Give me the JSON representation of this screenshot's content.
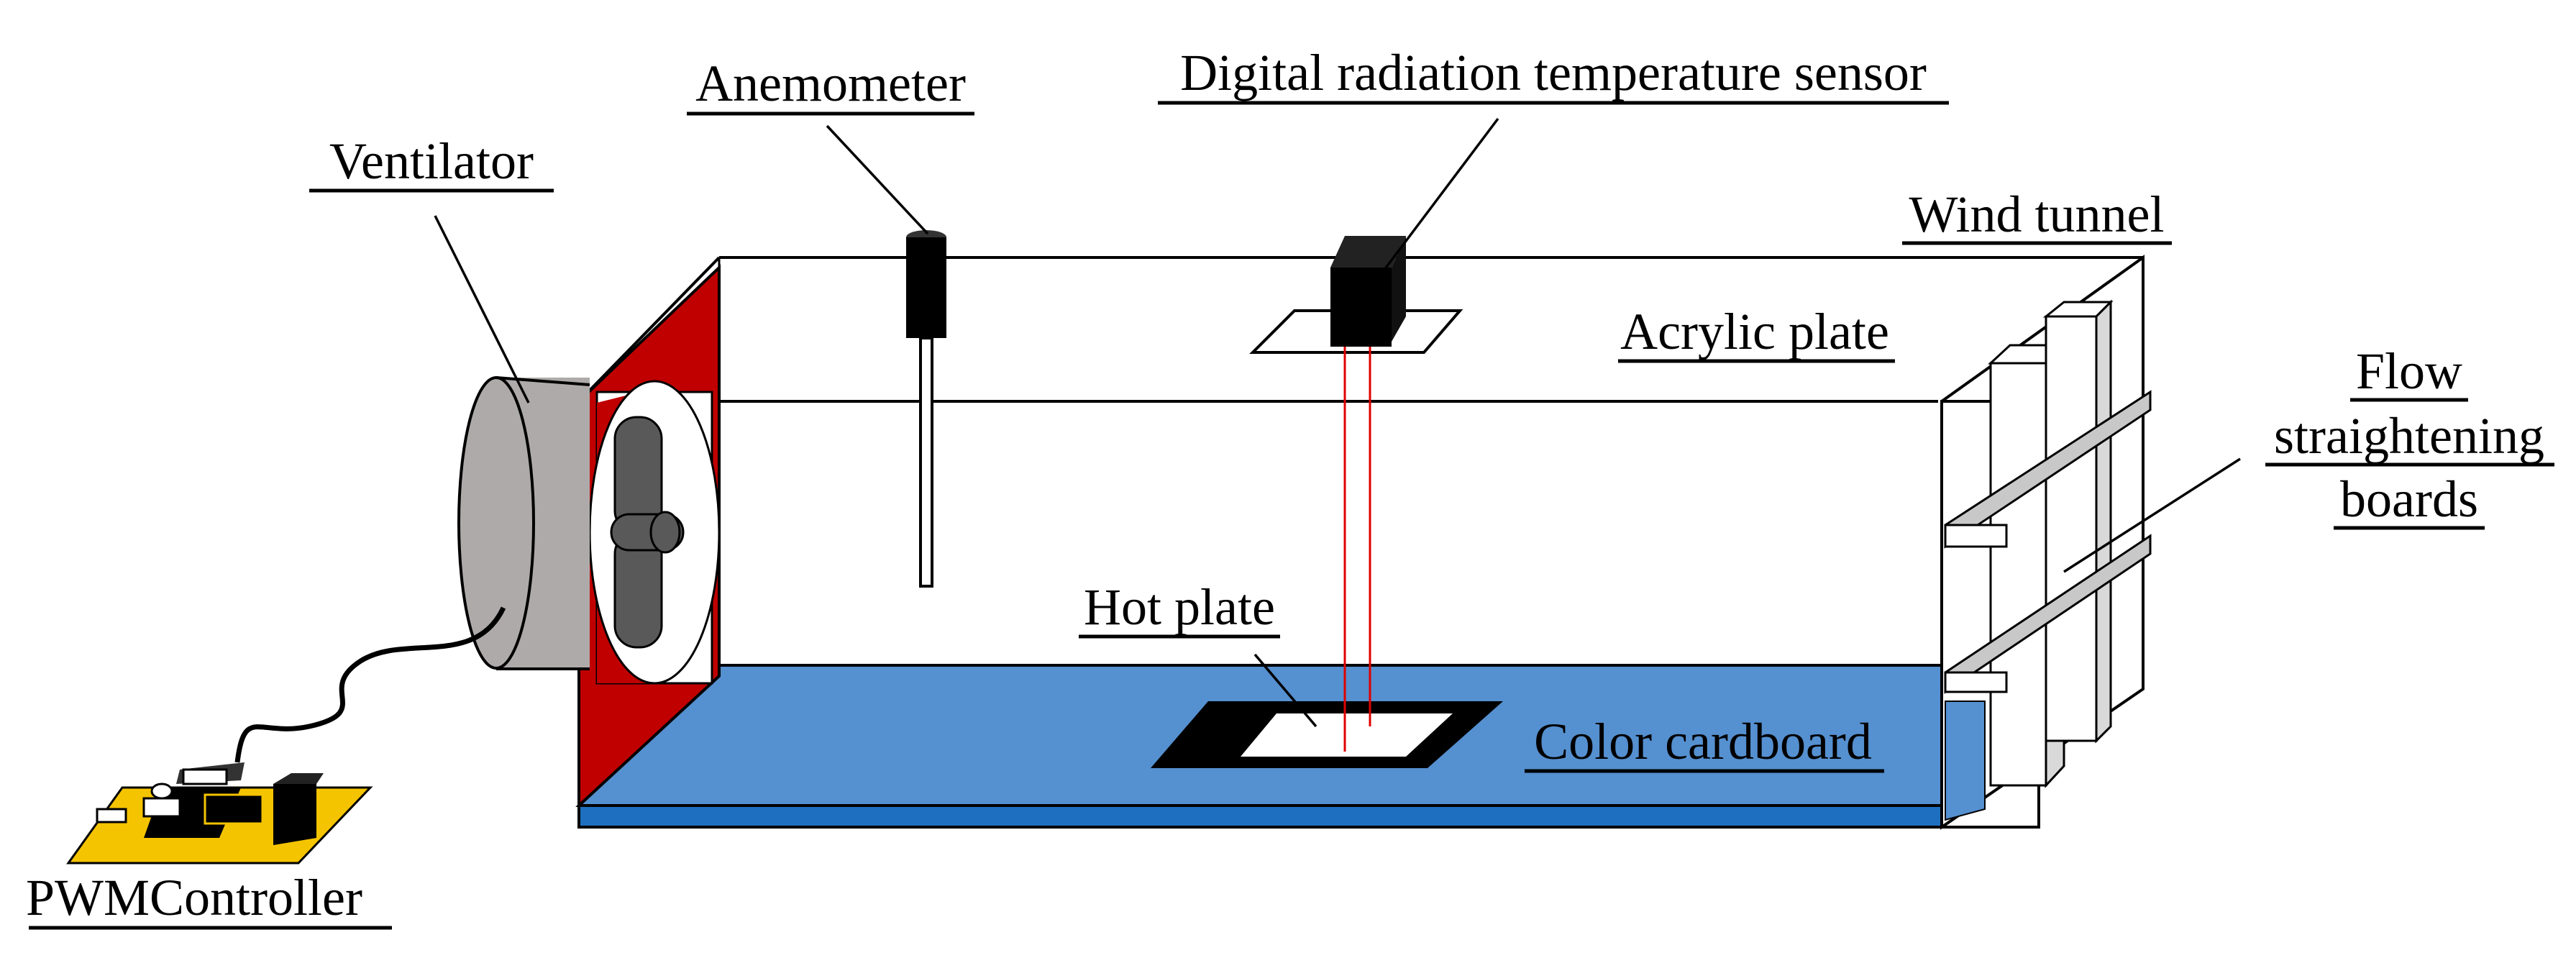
{
  "labels": {
    "anemometer": "Anemometer",
    "radiation_sensor": "Digital radiation temperature sensor",
    "ventilator": "Ventilator",
    "wind_tunnel": "Wind tunnel",
    "acrylic_plate": "Acrylic plate",
    "flow_line1": "Flow",
    "flow_line2": "straightening",
    "flow_line3": "boards",
    "hot_plate": "Hot plate",
    "color_cardboard": "Color cardboard",
    "pwm_controller": "PWMController"
  },
  "colors": {
    "cardboard": "#5590D0",
    "cardboard_edge": "#1F6FC0",
    "fan_panel": "#C00000",
    "ventilator_body": "#AFAAAA",
    "fan_blades": "#595959",
    "laser": "#E00000",
    "pcb": "#F5C400"
  }
}
